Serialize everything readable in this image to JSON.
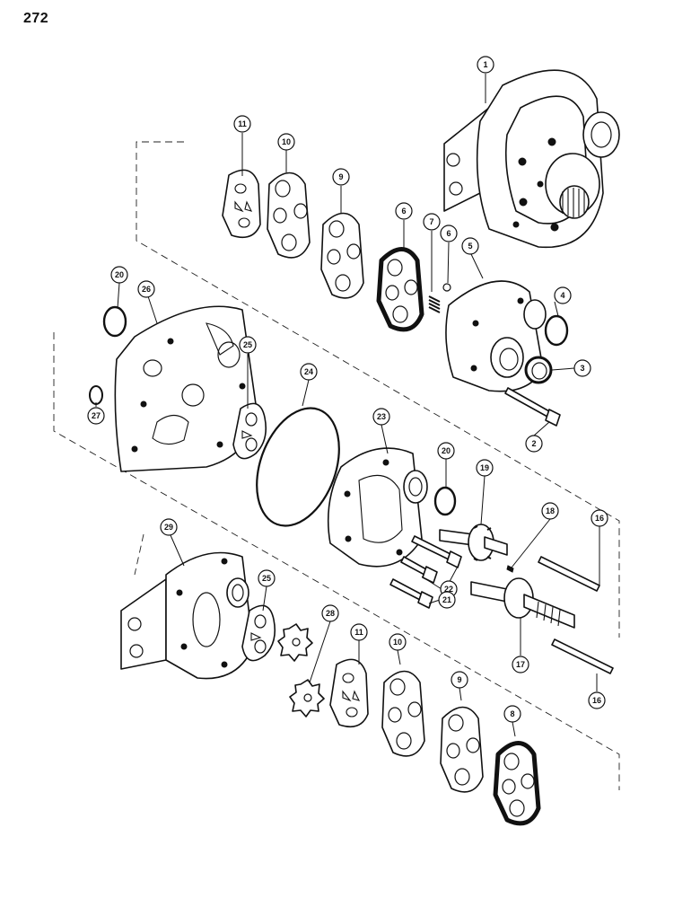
{
  "page": {
    "number": "272",
    "colors": {
      "ink": "#111111",
      "paper": "#ffffff"
    }
  },
  "callouts": {
    "c1": "1",
    "c2": "2",
    "c3": "3",
    "c4": "4",
    "c5": "5",
    "c6": "6",
    "c6b": "6",
    "c7": "7",
    "c8": "8",
    "c9a": "9",
    "c9b": "9",
    "c10a": "10",
    "c10b": "10",
    "c11a": "11",
    "c11b": "11",
    "c16a": "16",
    "c16b": "16",
    "c17": "17",
    "c18": "18",
    "c19": "19",
    "c20a": "20",
    "c20b": "20",
    "c21": "21",
    "c22": "22",
    "c23": "23",
    "c24": "24",
    "c25a": "25",
    "c25b": "25",
    "c26": "26",
    "c27": "27",
    "c28": "28",
    "c29": "29"
  }
}
